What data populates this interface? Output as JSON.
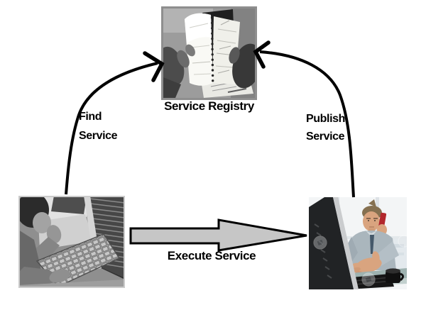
{
  "diagram": {
    "nodes": {
      "registry": {
        "label": "Service Registry",
        "image_description": "grayscale photo of hands flipping through a spiral-bound address book"
      },
      "consumer": {
        "image_description": "grayscale photo of a man working at a computer keyboard in front of a monitor"
      },
      "provider": {
        "image_description": "color photo of a businessman talking on a red phone and reaching his hand forward at a desk"
      }
    },
    "arrows": {
      "find": {
        "label_line1": "Find",
        "label_line2": "Service"
      },
      "publish": {
        "label_line1": "Publish",
        "label_line2": "Service"
      },
      "execute": {
        "label": "Execute Service"
      }
    },
    "colors": {
      "background": "#ffffff",
      "arrow_stroke": "#000000",
      "execute_arrow_fill": "#c6c6c6",
      "execute_arrow_outline": "#000000",
      "label_text": "#000000"
    }
  }
}
